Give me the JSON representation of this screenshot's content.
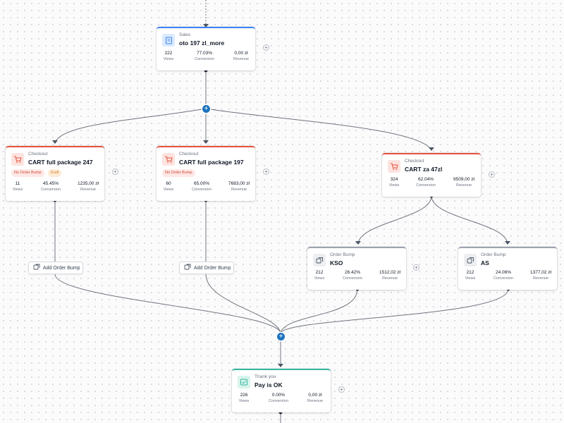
{
  "nodes": {
    "sales": {
      "type": "Sales",
      "title": "oto 197 zl_more",
      "views": "222",
      "conversion": "77.03%",
      "revenue": "0,00 zł",
      "icon": "page-icon"
    },
    "checkout1": {
      "type": "Checkout",
      "title": "CART full package 247",
      "badges": [
        "No Order Bump",
        "Draft"
      ],
      "views": "11",
      "conversion": "45.45%",
      "revenue": "1235,00 zł",
      "icon": "cart-icon"
    },
    "checkout2": {
      "type": "Checkout",
      "title": "CART full package 197",
      "badges": [
        "No Order Bump"
      ],
      "views": "60",
      "conversion": "65.00%",
      "revenue": "7683,00 zł",
      "icon": "cart-icon"
    },
    "checkout3": {
      "type": "Checkout",
      "title": "CART za 47zl",
      "views": "324",
      "conversion": "62.04%",
      "revenue": "9509,00 zł",
      "icon": "cart-icon"
    },
    "bump1": {
      "type": "Order Bump",
      "title": "KSO",
      "views": "212",
      "conversion": "26.42%",
      "revenue": "1512,02 zł",
      "icon": "order-bump-icon"
    },
    "bump2": {
      "type": "Order Bump",
      "title": "AS",
      "views": "212",
      "conversion": "24.06%",
      "revenue": "1377,02 zł",
      "icon": "order-bump-icon"
    },
    "thanks": {
      "type": "Thank you",
      "title": "Pay is OK",
      "views": "226",
      "conversion": "0.00%",
      "revenue": "0,00 zł",
      "icon": "thank-you-icon"
    }
  },
  "labels": {
    "views": "Views",
    "conversion": "Conversion",
    "revenue": "Revenue"
  },
  "add_order_bump_label": "Add Order Bump",
  "plus_symbol": "+",
  "colors": {
    "sales": "#3b82f6",
    "checkout": "#e5533d",
    "order_bump": "#9ca3af",
    "thank_you": "#34b8a0",
    "connector": "#1e73be"
  }
}
